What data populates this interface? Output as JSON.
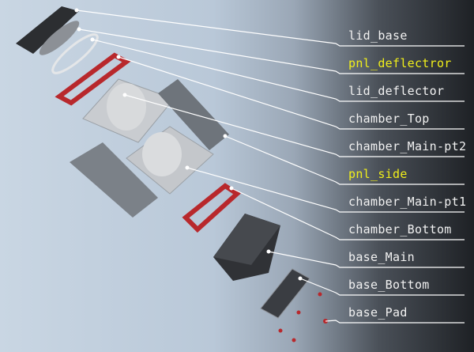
{
  "labels": [
    {
      "text": "lid_base",
      "highlight": false
    },
    {
      "text": "pnl_deflectror",
      "highlight": true
    },
    {
      "text": "lid_deflector",
      "highlight": false
    },
    {
      "text": "chamber_Top",
      "highlight": false
    },
    {
      "text": "chamber_Main-pt2",
      "highlight": false
    },
    {
      "text": "pnl_side",
      "highlight": true
    },
    {
      "text": "chamber_Main-pt1",
      "highlight": false
    },
    {
      "text": "chamber_Bottom",
      "highlight": false
    },
    {
      "text": "base_Main",
      "highlight": false
    },
    {
      "text": "base_Bottom",
      "highlight": false
    },
    {
      "text": "base_Pad",
      "highlight": false
    }
  ],
  "colors": {
    "label": "#f2f2f2",
    "highlight": "#f0ee1a",
    "accent_part": "#b8282c"
  }
}
